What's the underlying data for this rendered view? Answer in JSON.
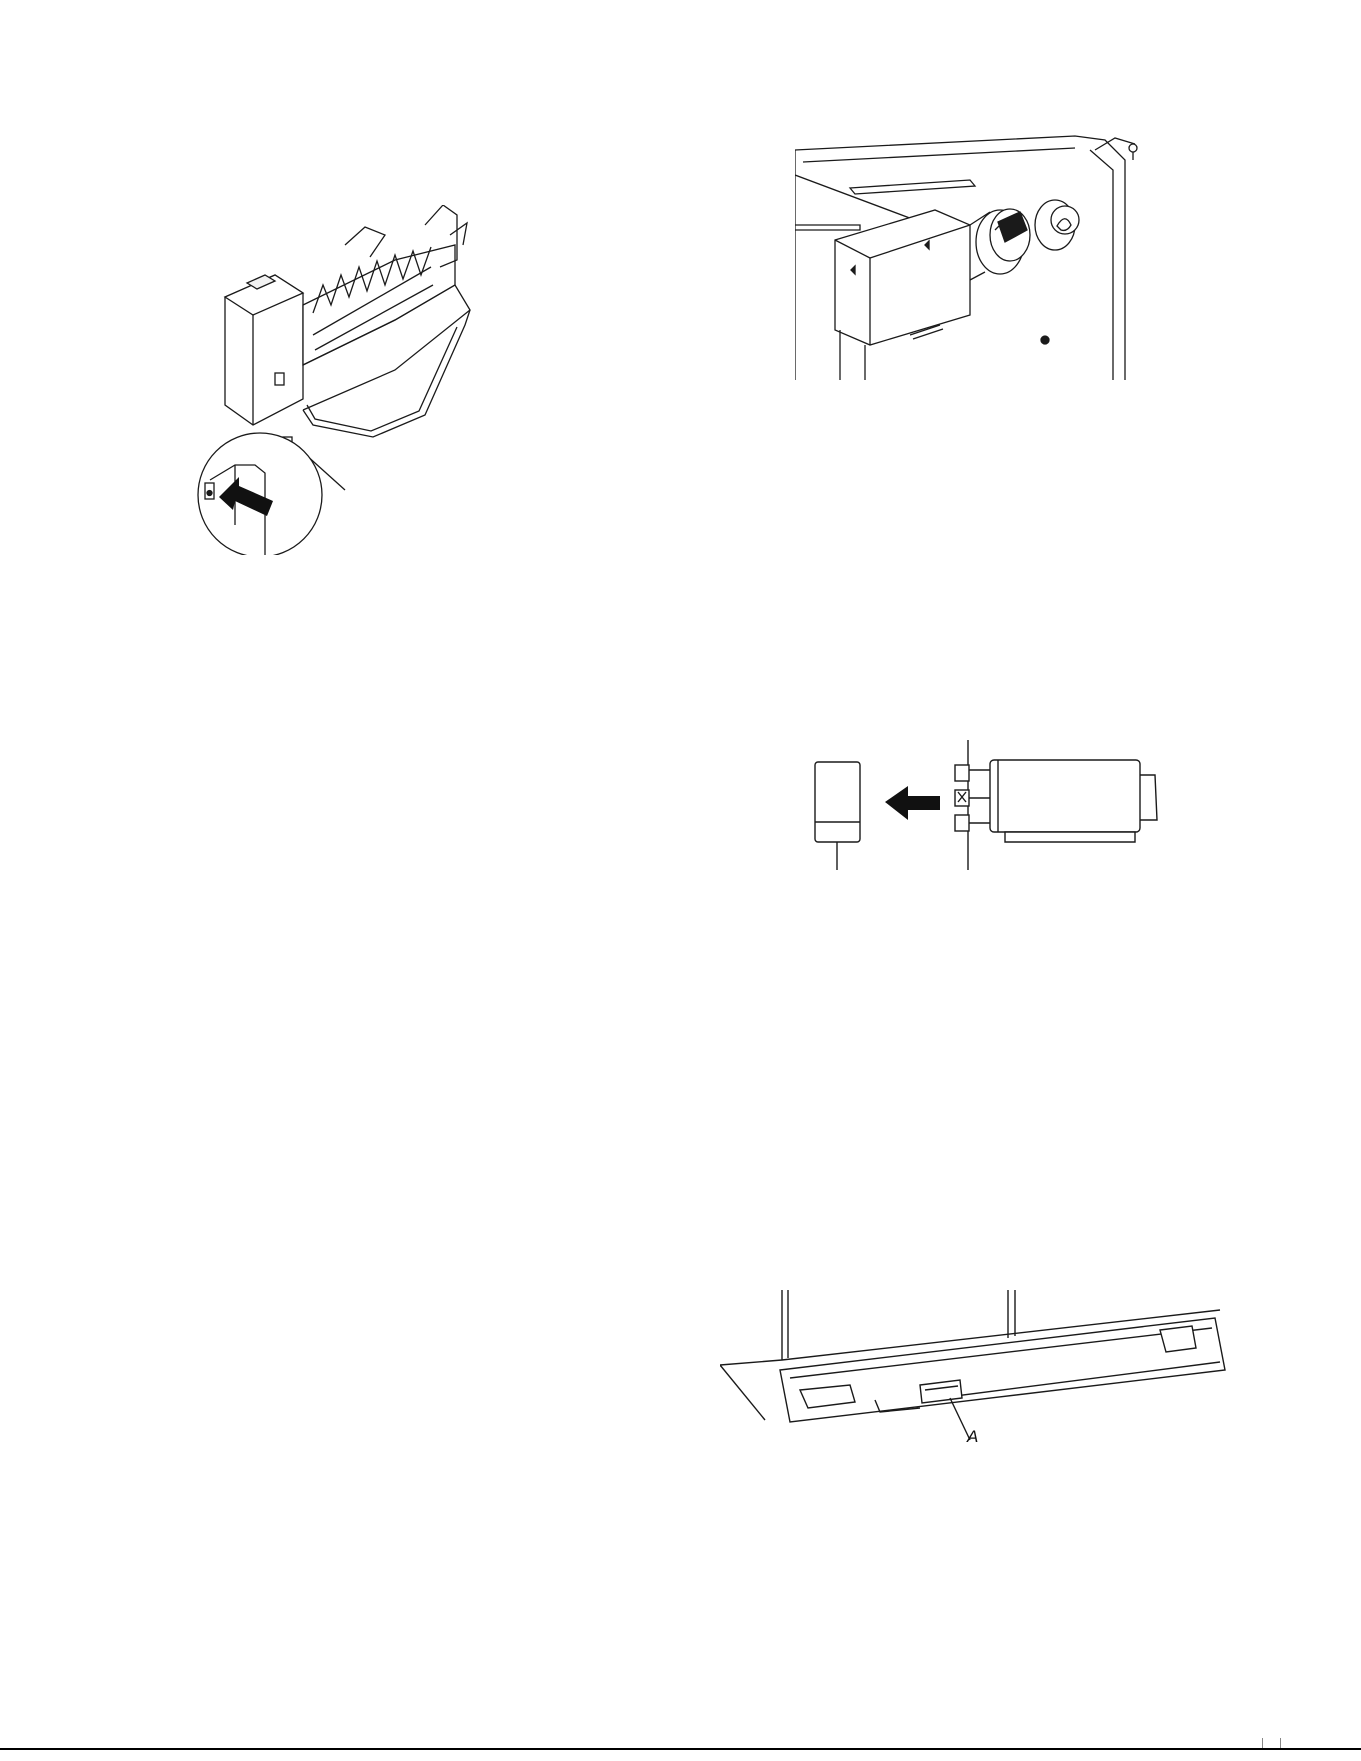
{
  "figures": {
    "icemaker": {
      "icon": "icemaker-reset-switch-diagram"
    },
    "filter_housing": {
      "icon": "water-filter-housing-diagram"
    },
    "filter_cap": {
      "icon": "filter-cap-removal-diagram"
    },
    "base_grille": {
      "icon": "base-grille-diagram",
      "callout": "A"
    }
  },
  "colors": {
    "line": "#1a1a1a",
    "fill": "#ffffff",
    "shade": "#d9d9d9"
  }
}
